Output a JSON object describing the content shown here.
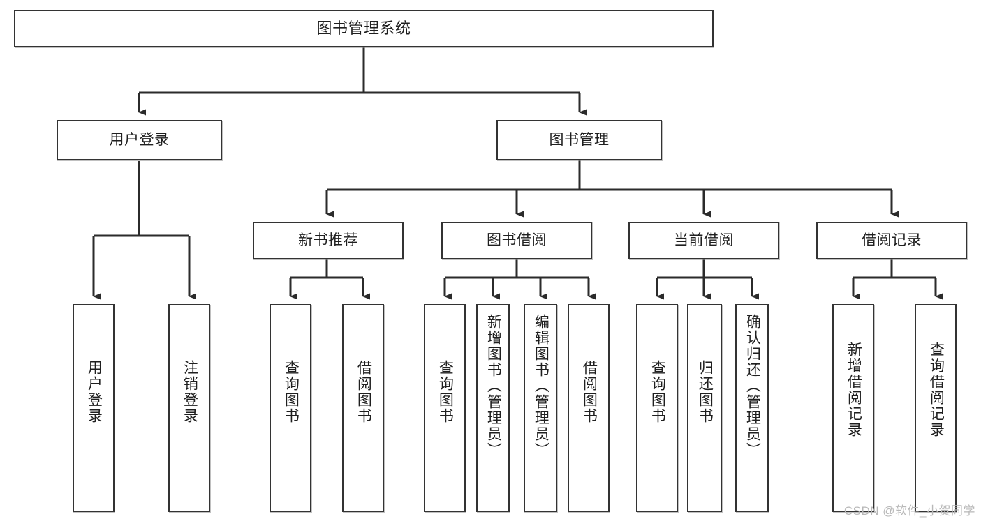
{
  "diagram": {
    "title": "图书管理系统",
    "type": "tree",
    "watermark": "CSDN @软件_小贺同学",
    "root": {
      "id": "root",
      "label": "图书管理系统"
    },
    "level2": [
      {
        "id": "user-login",
        "label": "用户登录"
      },
      {
        "id": "book-manage",
        "label": "图书管理"
      }
    ],
    "level3": [
      {
        "id": "new-book-rec",
        "label": "新书推荐",
        "parent": "book-manage"
      },
      {
        "id": "book-borrow",
        "label": "图书借阅",
        "parent": "book-manage"
      },
      {
        "id": "current-borrow",
        "label": "当前借阅",
        "parent": "book-manage"
      },
      {
        "id": "borrow-record",
        "label": "借阅记录",
        "parent": "book-manage"
      }
    ],
    "leaves": [
      {
        "id": "leaf-user-login",
        "label": "用户登录",
        "parent": "user-login"
      },
      {
        "id": "leaf-user-logout",
        "label": "注销登录",
        "parent": "user-login"
      },
      {
        "id": "leaf-query-book-1",
        "label": "查询图书",
        "parent": "new-book-rec"
      },
      {
        "id": "leaf-borrow-book-1",
        "label": "借阅图书",
        "parent": "new-book-rec"
      },
      {
        "id": "leaf-query-book-2",
        "label": "查询图书",
        "parent": "book-borrow"
      },
      {
        "id": "leaf-add-book",
        "label": "新增图书（管理员）",
        "parent": "book-borrow"
      },
      {
        "id": "leaf-edit-book",
        "label": "编辑图书（管理员）",
        "parent": "book-borrow"
      },
      {
        "id": "leaf-borrow-book-2",
        "label": "借阅图书",
        "parent": "book-borrow"
      },
      {
        "id": "leaf-query-book-3",
        "label": "查询图书",
        "parent": "current-borrow"
      },
      {
        "id": "leaf-return-book",
        "label": "归还图书",
        "parent": "current-borrow"
      },
      {
        "id": "leaf-confirm-return",
        "label": "确认归还（管理员）",
        "parent": "current-borrow"
      },
      {
        "id": "leaf-add-record",
        "label": "新增借阅记录",
        "parent": "borrow-record"
      },
      {
        "id": "leaf-query-record",
        "label": "查询借阅记录",
        "parent": "borrow-record"
      }
    ],
    "colors": {
      "background": "#ffffff",
      "box_border": "#333333",
      "box_fill": "#ffffff",
      "connector": "#2b2b2b",
      "text": "#1f1f1f",
      "watermark": "#b8b8b8"
    }
  }
}
